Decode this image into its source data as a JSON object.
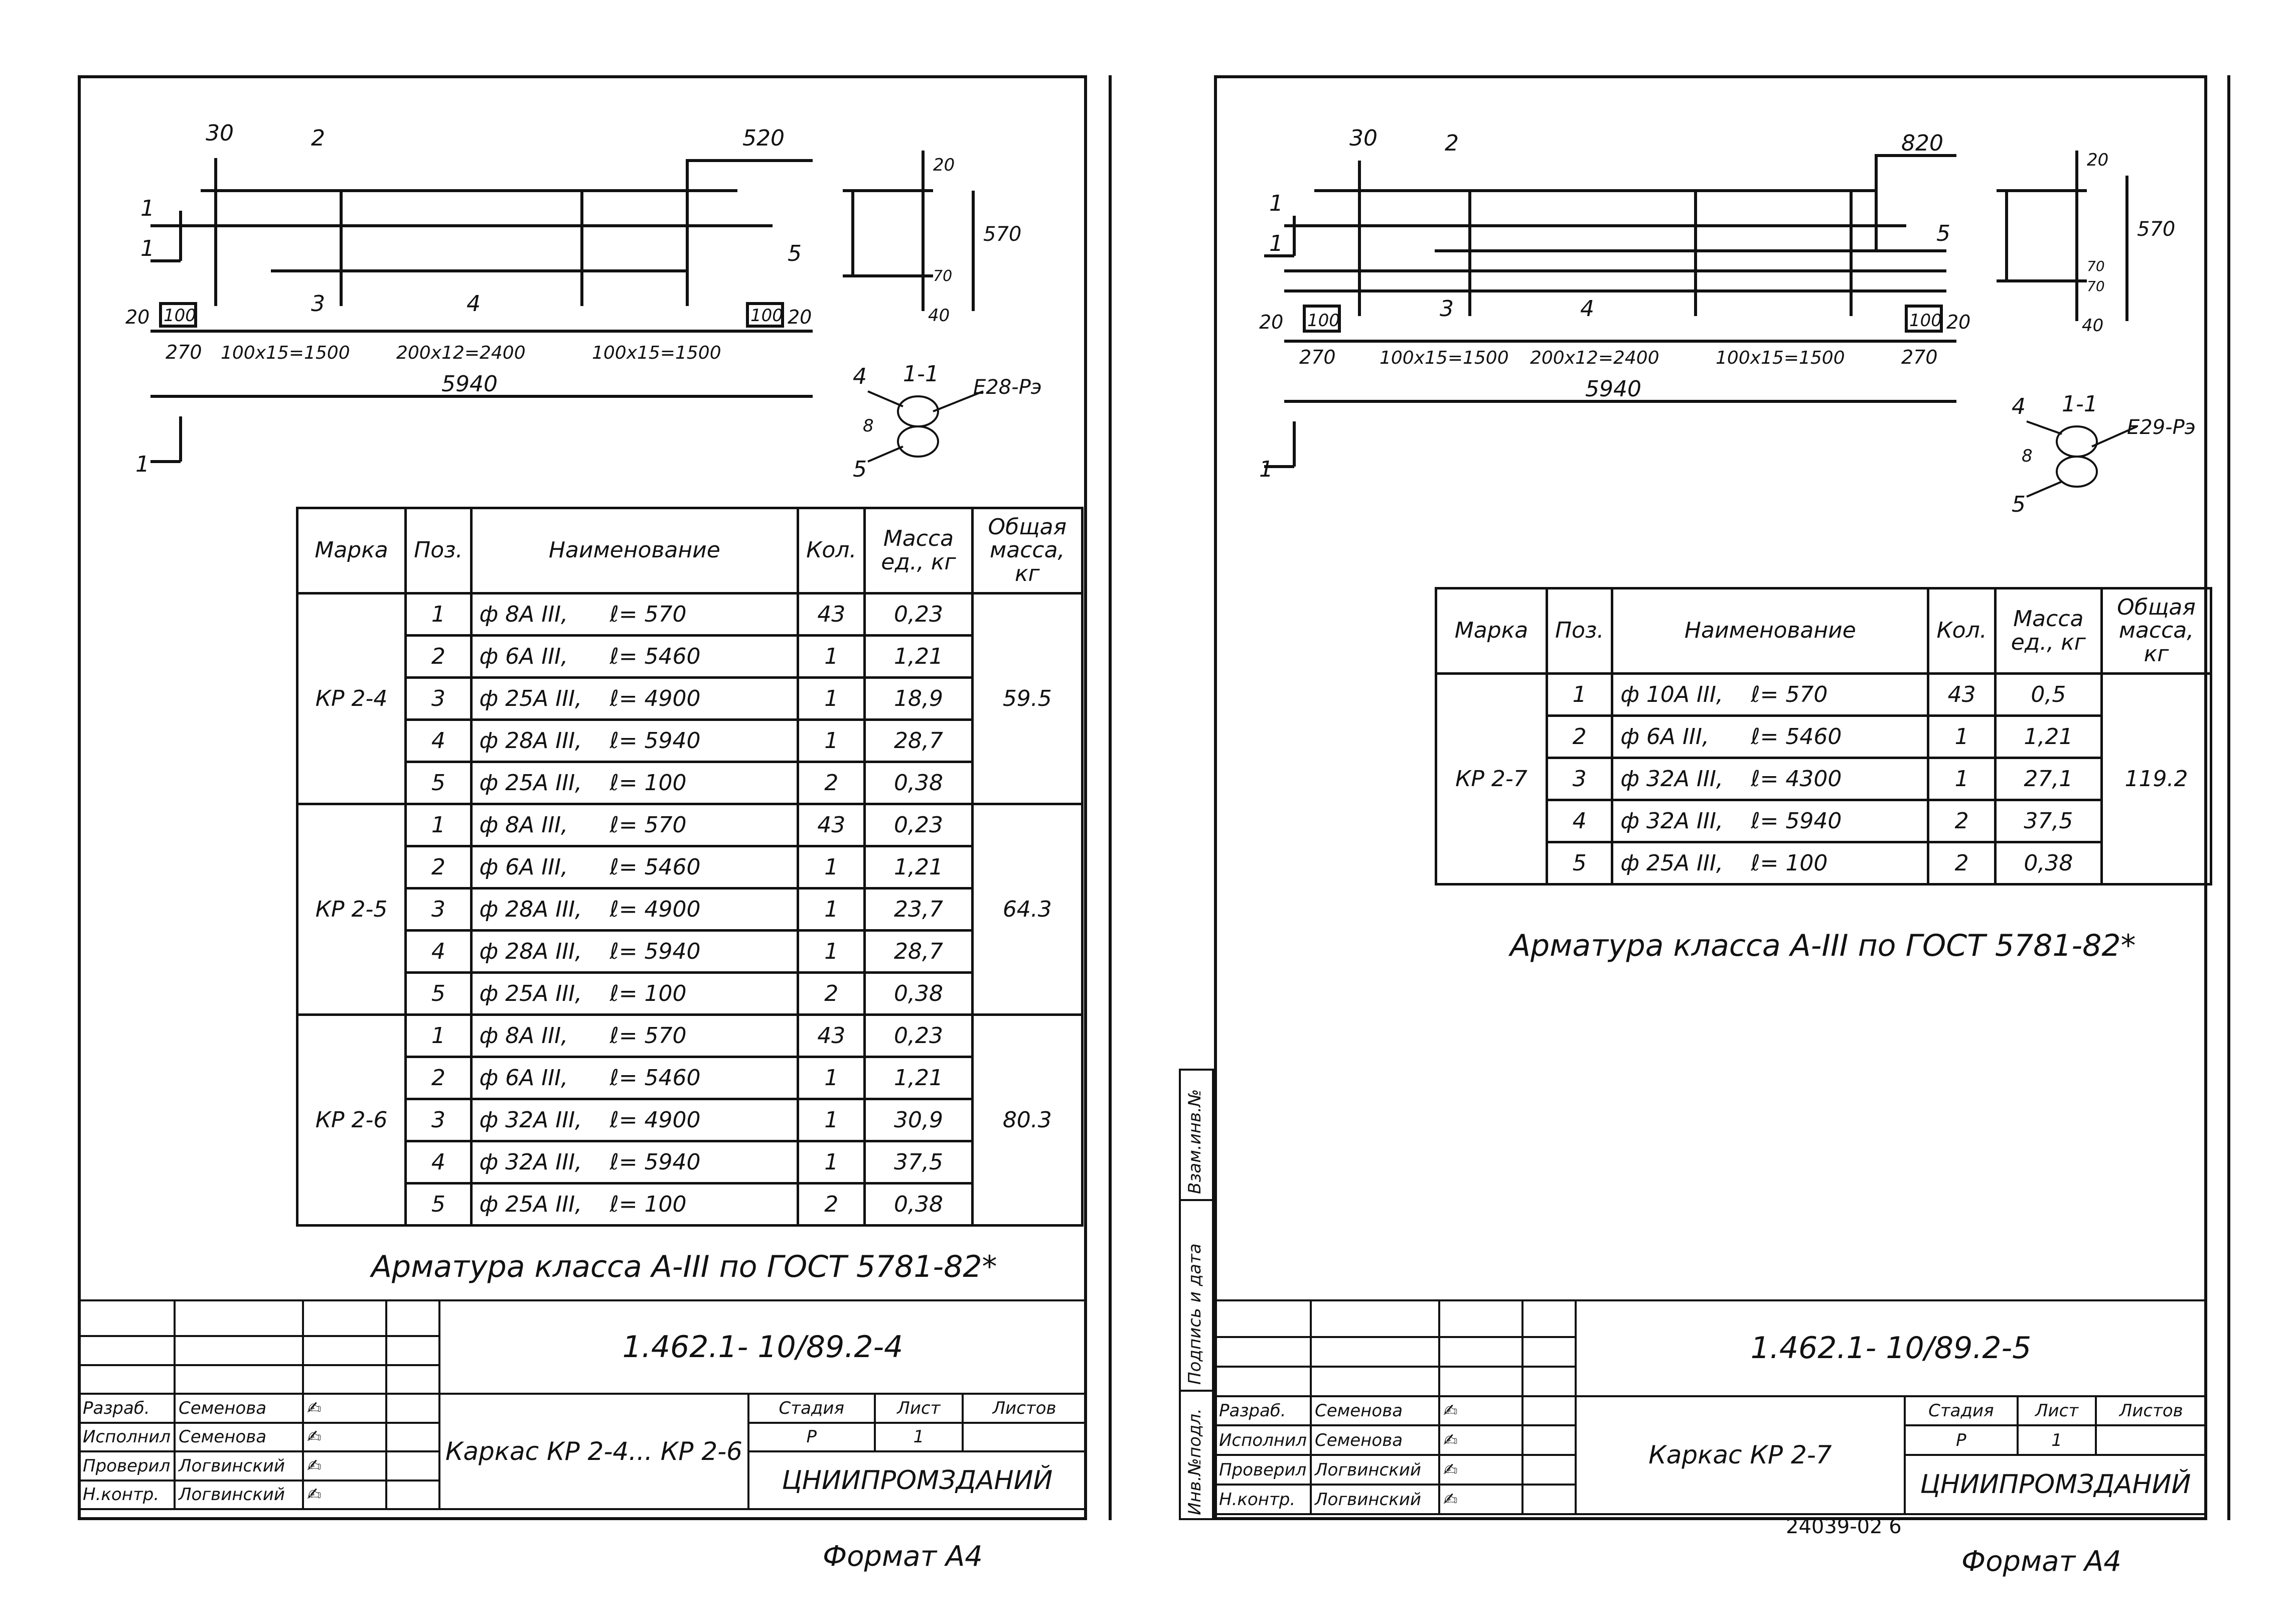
{
  "left": {
    "drawing": {
      "dims": {
        "d30": "30",
        "d2": "2",
        "d520": "520",
        "d1a": "1",
        "d1b": "1",
        "d20l": "20",
        "d100l": "100",
        "d3": "3",
        "d4": "4",
        "d5": "5",
        "d100r": "100",
        "d20r": "20",
        "d270": "270",
        "s1": "100x15=1500",
        "s2": "200x12=2400",
        "s3": "100x15=1500",
        "total": "5940",
        "cut": "1",
        "d20v": "20",
        "d570": "570",
        "d70": "70",
        "d40": "40"
      },
      "section": {
        "title": "1-1",
        "pos4": "4",
        "pos5": "5",
        "dim8": "8",
        "weld": "Е28-Рэ"
      }
    },
    "table": {
      "headers": [
        "Марка",
        "Поз.",
        "Наименование",
        "Кол.",
        "Масса ед., кг",
        "Общая масса, кг"
      ],
      "groups": [
        {
          "mark": "КР 2-4",
          "total": "59.5",
          "rows": [
            [
              "1",
              "ф 8А III,",
              "ℓ= 570",
              "43",
              "0,23"
            ],
            [
              "2",
              "ф 6А III,",
              "ℓ= 5460",
              "1",
              "1,21"
            ],
            [
              "3",
              "ф 25А III,",
              "ℓ= 4900",
              "1",
              "18,9"
            ],
            [
              "4",
              "ф 28А III,",
              "ℓ= 5940",
              "1",
              "28,7"
            ],
            [
              "5",
              "ф 25А III,",
              "ℓ= 100",
              "2",
              "0,38"
            ]
          ]
        },
        {
          "mark": "КР 2-5",
          "total": "64.3",
          "rows": [
            [
              "1",
              "ф 8А III,",
              "ℓ= 570",
              "43",
              "0,23"
            ],
            [
              "2",
              "ф 6А III,",
              "ℓ= 5460",
              "1",
              "1,21"
            ],
            [
              "3",
              "ф 28А III,",
              "ℓ= 4900",
              "1",
              "23,7"
            ],
            [
              "4",
              "ф 28А III,",
              "ℓ= 5940",
              "1",
              "28,7"
            ],
            [
              "5",
              "ф 25А III,",
              "ℓ= 100",
              "2",
              "0,38"
            ]
          ]
        },
        {
          "mark": "КР 2-6",
          "total": "80.3",
          "rows": [
            [
              "1",
              "ф 8А III,",
              "ℓ= 570",
              "43",
              "0,23"
            ],
            [
              "2",
              "ф 6А III,",
              "ℓ= 5460",
              "1",
              "1,21"
            ],
            [
              "3",
              "ф 32А III,",
              "ℓ= 4900",
              "1",
              "30,9"
            ],
            [
              "4",
              "ф 32А III,",
              "ℓ= 5940",
              "1",
              "37,5"
            ],
            [
              "5",
              "ф 25А III,",
              "ℓ= 100",
              "2",
              "0,38"
            ]
          ]
        }
      ]
    },
    "note": "Арматура класса А-III по ГОСТ 5781-82*",
    "stamp": {
      "code": "1.462.1- 10/89.2-4",
      "title": "Каркас  КР 2-4... КР 2-6",
      "stage_h": "Стадия",
      "sheet_h": "Лист",
      "sheets_h": "Листов",
      "stage": "Р",
      "sheet": "1",
      "sheets": "",
      "org": "ЦНИИПРОМЗДАНИЙ",
      "roles": [
        [
          "Разраб.",
          "Семенова"
        ],
        [
          "Исполнил",
          "Семенова"
        ],
        [
          "Проверил",
          "Логвинский"
        ],
        [
          "Н.контр.",
          "Логвинский"
        ]
      ]
    },
    "format": "Формат А4"
  },
  "right": {
    "drawing": {
      "dims": {
        "d30": "30",
        "d2": "2",
        "d820": "820",
        "d1a": "1",
        "d1b": "1",
        "d5": "5",
        "d20l": "20",
        "d100l": "100",
        "d3": "3",
        "d4": "4",
        "d100r": "100",
        "d20r": "20",
        "d270l": "270",
        "s1": "100x15=1500",
        "s2": "200x12=2400",
        "s3": "100x15=1500",
        "d270r": "270",
        "total": "5940",
        "cut": "1",
        "d20v": "20",
        "d570": "570",
        "d70a": "70",
        "d70b": "70",
        "d40": "40"
      },
      "section": {
        "title": "1-1",
        "pos4": "4",
        "pos5": "5",
        "dim8": "8",
        "weld": "Е29-Рэ"
      }
    },
    "table": {
      "headers": [
        "Марка",
        "Поз.",
        "Наименование",
        "Кол.",
        "Масса ед., кг",
        "Общая масса, кг"
      ],
      "groups": [
        {
          "mark": "КР 2-7",
          "total": "119.2",
          "rows": [
            [
              "1",
              "ф 10А III,",
              "ℓ= 570",
              "43",
              "0,5"
            ],
            [
              "2",
              "ф 6А III,",
              "ℓ= 5460",
              "1",
              "1,21"
            ],
            [
              "3",
              "ф 32А III,",
              "ℓ= 4300",
              "1",
              "27,1"
            ],
            [
              "4",
              "ф 32А III,",
              "ℓ= 5940",
              "2",
              "37,5"
            ],
            [
              "5",
              "ф 25А III,",
              "ℓ= 100",
              "2",
              "0,38"
            ]
          ]
        }
      ]
    },
    "note": "Арматура класса А-III по ГОСТ 5781-82*",
    "stamp": {
      "code": "1.462.1- 10/89.2-5",
      "title": "Каркас КР 2-7",
      "stage_h": "Стадия",
      "sheet_h": "Лист",
      "sheets_h": "Листов",
      "stage": "Р",
      "sheet": "1",
      "sheets": "",
      "org": "ЦНИИПРОМЗДАНИЙ",
      "roles": [
        [
          "Разраб.",
          "Семенова"
        ],
        [
          "Исполнил",
          "Семенова"
        ],
        [
          "Проверил",
          "Логвинский"
        ],
        [
          "Н.контр.",
          "Логвинский"
        ]
      ]
    },
    "side": {
      "t1": "Инв.№подл.",
      "t2": "Подпись и дата",
      "t3": "Взам.инв.№"
    },
    "bottom_code": "24039-02  6",
    "format": "Формат А4"
  }
}
